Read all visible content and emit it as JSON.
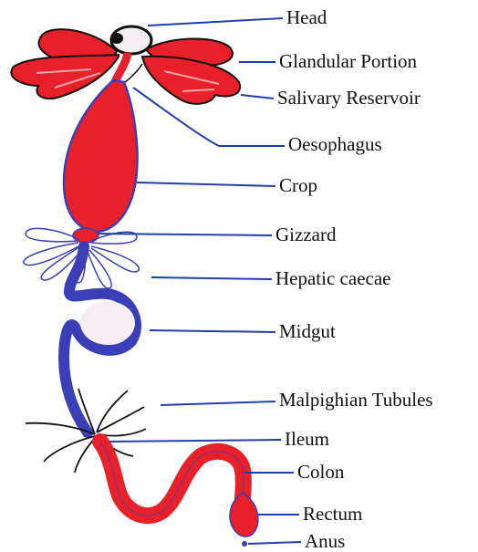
{
  "diagram": {
    "colors": {
      "red": "#e8202a",
      "blue": "#3a3fb8",
      "line_blue": "#1f3fae",
      "outline": "#111111",
      "pale": "#f4eef2"
    },
    "labels": [
      {
        "id": "head",
        "text": "Head"
      },
      {
        "id": "glandular-portion",
        "text": "Glandular Portion"
      },
      {
        "id": "salivary-reservoir",
        "text": "Salivary Reservoir"
      },
      {
        "id": "oesophagus",
        "text": "Oesophagus"
      },
      {
        "id": "crop",
        "text": "Crop"
      },
      {
        "id": "gizzard",
        "text": "Gizzard"
      },
      {
        "id": "hepatic-caecae",
        "text": "Hepatic caecae"
      },
      {
        "id": "midgut",
        "text": "Midgut"
      },
      {
        "id": "malpighian-tubules",
        "text": "Malpighian Tubules"
      },
      {
        "id": "ileum",
        "text": "Ileum"
      },
      {
        "id": "colon",
        "text": "Colon"
      },
      {
        "id": "rectum",
        "text": "Rectum"
      },
      {
        "id": "anus",
        "text": "Anus"
      }
    ]
  }
}
